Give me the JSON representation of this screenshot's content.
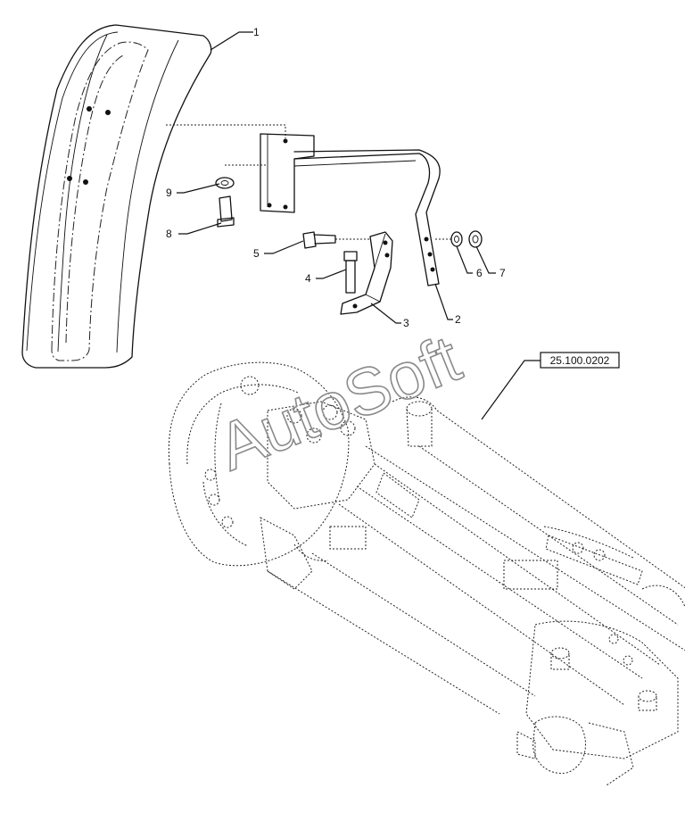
{
  "callouts": [
    "1",
    "2",
    "3",
    "4",
    "5",
    "6",
    "7",
    "8",
    "9"
  ],
  "reference": "25.100.0202",
  "watermark": "AutoSoft"
}
